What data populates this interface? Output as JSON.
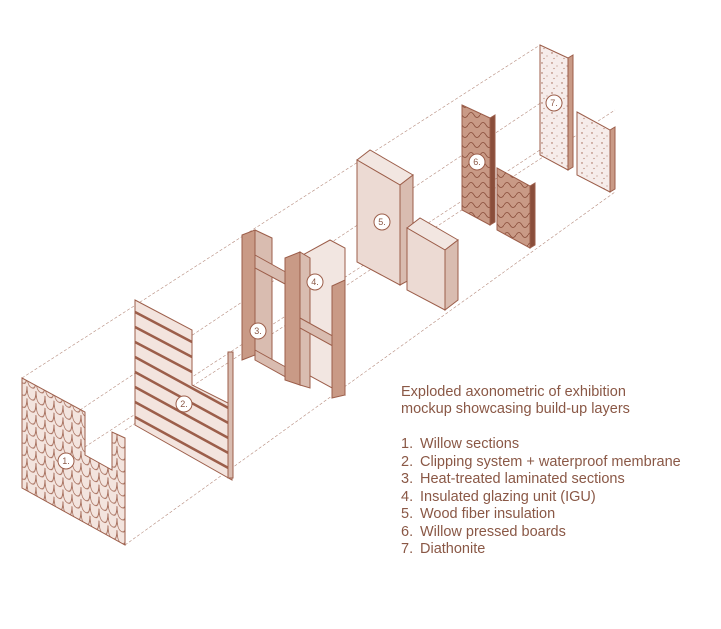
{
  "caption": {
    "line1": "Exploded axonometric of exhibition",
    "line2": "mockup showcasing build-up layers"
  },
  "legend": [
    {
      "num": "1.",
      "label": "Willow sections"
    },
    {
      "num": "2.",
      "label": "Clipping system + waterproof membrane"
    },
    {
      "num": "3.",
      "label": "Heat-treated laminated sections"
    },
    {
      "num": "4.",
      "label": "Insulated glazing unit (IGU)"
    },
    {
      "num": "5.",
      "label": "Wood fiber insulation"
    },
    {
      "num": "6.",
      "label": "Willow pressed boards"
    },
    {
      "num": "7.",
      "label": "Diathonite"
    }
  ],
  "tags": [
    "1.",
    "2.",
    "3.",
    "4.",
    "5.",
    "6.",
    "7."
  ],
  "colors": {
    "line": "#9c5e4a",
    "fill": "#d9bcb0",
    "light": "#f2e6e1",
    "text": "#8a5846"
  }
}
